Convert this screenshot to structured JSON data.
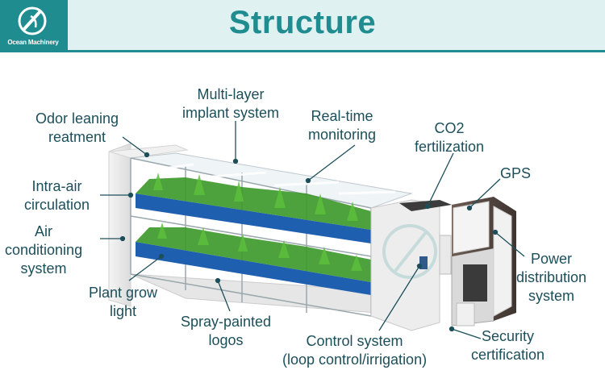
{
  "header": {
    "title": "Structure",
    "logo_text": "Ocean Machinery"
  },
  "labels": {
    "odor": [
      "Odor leaning",
      "reatment"
    ],
    "multilayer": [
      "Multi-layer",
      "implant system"
    ],
    "realtime": [
      "Real-time",
      "monitoring"
    ],
    "co2": [
      "CO2",
      "fertilization"
    ],
    "gps": [
      "GPS"
    ],
    "intra": [
      "Intra-air",
      "circulation"
    ],
    "aircon": [
      "Air",
      "conditioning",
      "system"
    ],
    "power": [
      "Power",
      "distribution",
      "system"
    ],
    "plant": [
      "Plant grow",
      "light"
    ],
    "spray": [
      "Spray-painted",
      "logos"
    ],
    "control": [
      "Control system",
      "(loop control/irrigation)"
    ],
    "security": [
      "Security",
      "certification"
    ]
  },
  "colors": {
    "accent": "#1f8c8f",
    "header_bg": "#dff1f1",
    "label_text": "#1d4f5a",
    "plant_green": "#3f9a2c"
  }
}
